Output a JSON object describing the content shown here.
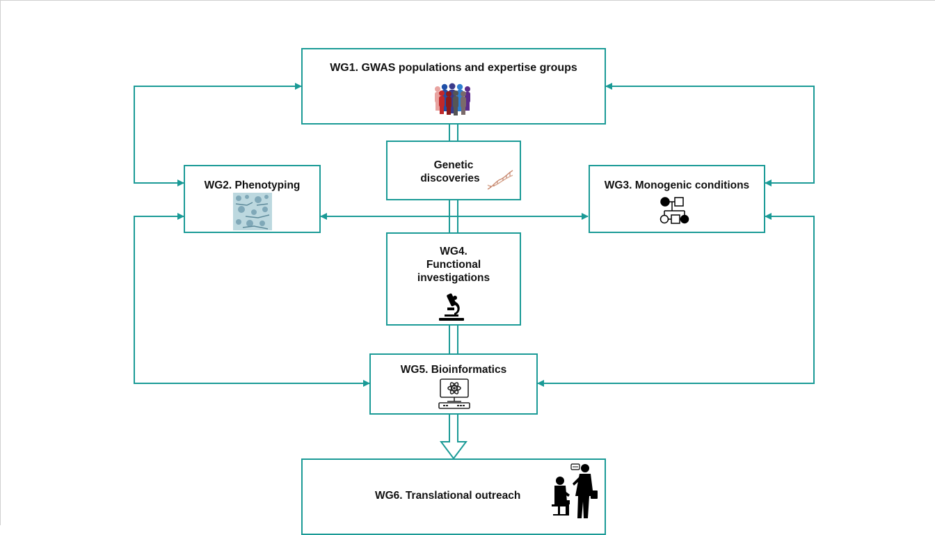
{
  "diagram": {
    "colors": {
      "connector": "#1a9a96",
      "box_border": "#1a9a96",
      "text": "#111111"
    },
    "nodes": {
      "wg1": {
        "title": "WG1. GWAS populations and expertise groups",
        "icon": "people-group-icon"
      },
      "genetic": {
        "title_line1": "Genetic",
        "title_line2": "discoveries",
        "icon": "dna-icon"
      },
      "wg2": {
        "title": "WG2. Phenotyping",
        "icon": "phenotype-images-icon"
      },
      "wg3": {
        "title": "WG3. Monogenic conditions",
        "icon": "pedigree-icon"
      },
      "wg4": {
        "title_line1": "WG4.",
        "title_line2": "Functional",
        "title_line3": "investigations",
        "icon": "microscope-icon"
      },
      "wg5": {
        "title": "WG5. Bioinformatics",
        "icon": "computer-atom-icon"
      },
      "wg6": {
        "title": "WG6. Translational outreach",
        "icon": "doctor-patient-icon"
      }
    }
  }
}
